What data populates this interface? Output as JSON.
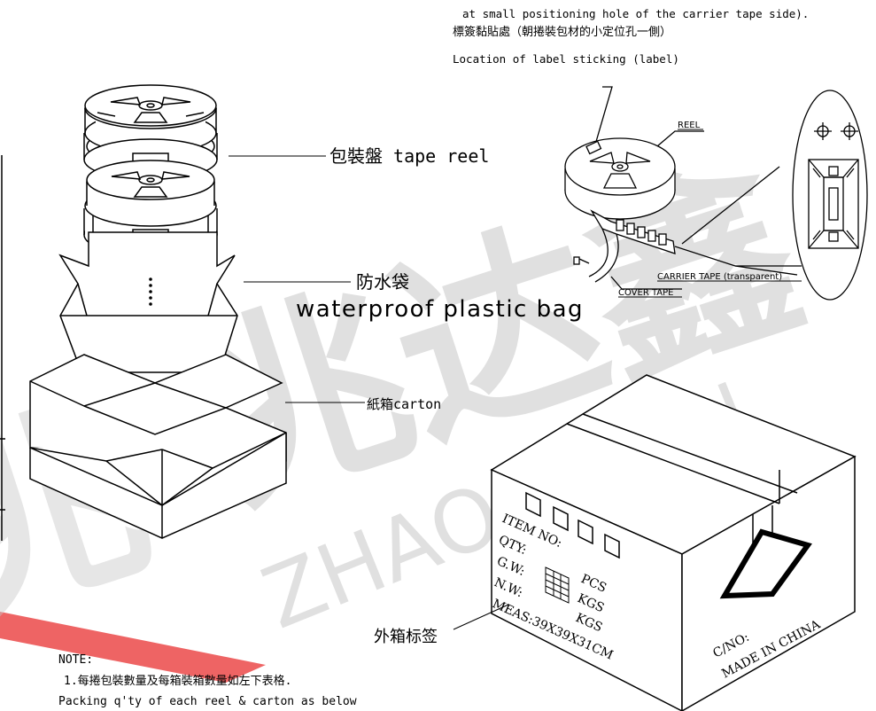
{
  "top_note": {
    "line1": "at small positioning hole of the carrier tape side).",
    "line2": "標簽黏貼處（朝捲裝包材的小定位孔一側）",
    "line3": "Location of label sticking (label)"
  },
  "callouts": {
    "tape_reel": "包裝盤 tape reel",
    "bag_cn": "防水袋",
    "bag_en": "waterproof plastic bag",
    "carton": "紙箱carton",
    "outer_label": "外箱标签"
  },
  "detail": {
    "reel": "REEL",
    "carrier_tape": "CARRIER TAPE (transparent)",
    "cover_tape": "COVER TAPE"
  },
  "box_label": {
    "item_no": "ITEM NO:",
    "qty": "QTY:",
    "gw": "G.W:",
    "nw": "N.W:",
    "meas": "MEAS:39X39X31CM",
    "pcs": "PCS",
    "kgs1": "KGS",
    "kgs2": "KGS",
    "cno": "C/NO:",
    "made_in": "MADE IN CHINA"
  },
  "watermark": {
    "cn": "兆达鑫",
    "en": "ZHAODAXIN",
    "color": "#c8c8c8",
    "accent": "#e83030"
  },
  "note": {
    "heading": "NOTE:",
    "line1": "1.每捲包裝數量及每箱裝箱數量如左下表格.",
    "line2": "Packing q'ty of each reel & carton as below"
  }
}
